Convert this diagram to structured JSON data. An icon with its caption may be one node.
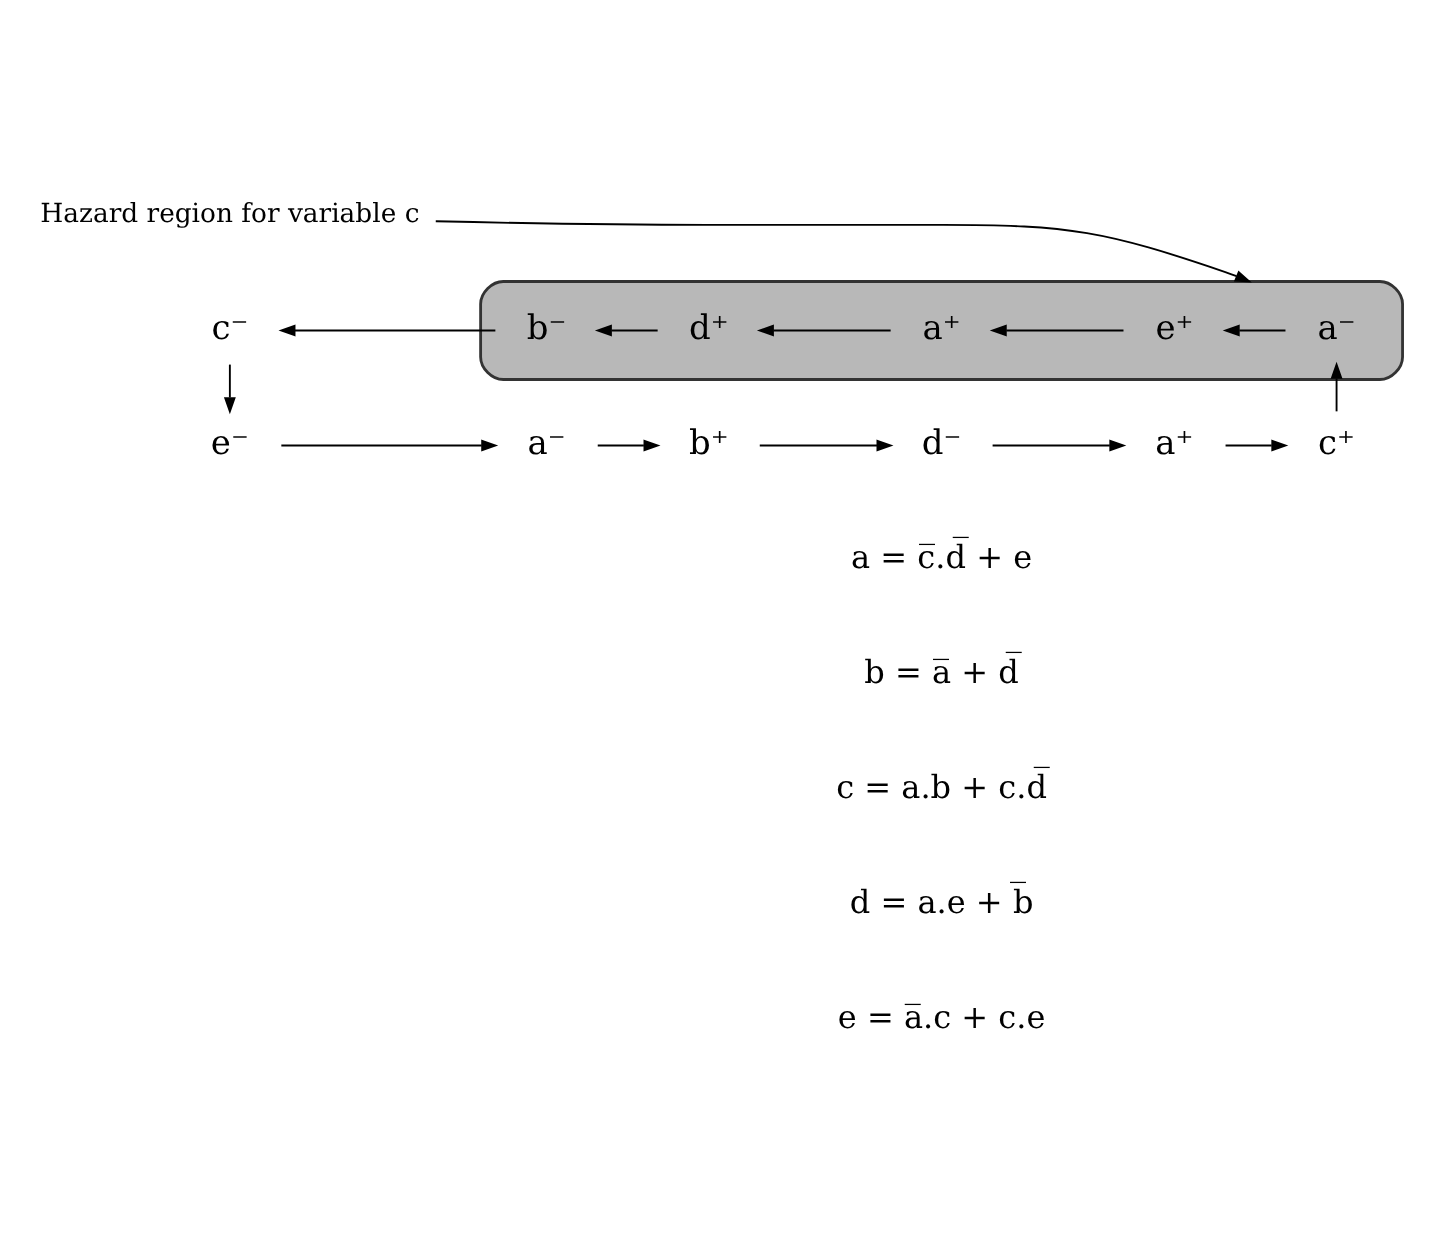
{
  "diagram": {
    "nodes": [
      {
        "text": [
          "Hazard region for variable c"
        ]
      },
      {
        "text": [
          "c⁻"
        ]
      },
      {
        "text": [],
        "shape": "box"
      },
      {
        "text": [
          "b⁻"
        ],
        "in": 2
      },
      {
        "text": [
          "d⁺"
        ],
        "in": 2
      },
      {
        "text": [
          "a⁺"
        ],
        "in": 2
      },
      {
        "text": [
          "e⁺"
        ],
        "in": 2
      },
      {
        "text": [
          "a⁻"
        ],
        "in": 2
      },
      {
        "text": [
          "e⁻"
        ]
      },
      {
        "text": [
          "a⁻"
        ]
      },
      {
        "text": [
          "b⁺"
        ]
      },
      {
        "text": [
          "d⁻"
        ]
      },
      {
        "text": [
          "a⁺"
        ]
      },
      {
        "text": [
          "c⁺"
        ]
      }
    ],
    "edges": [
      {
        "from": 0,
        "to": 2,
        "arrow": "to"
      },
      {
        "from": 7,
        "to": 6,
        "arrow": "to"
      },
      {
        "from": 6,
        "to": 5,
        "arrow": "to"
      },
      {
        "from": 5,
        "to": 4,
        "arrow": "to"
      },
      {
        "from": 4,
        "to": 3,
        "arrow": "to"
      },
      {
        "from": 3,
        "to": 1,
        "arrow": "to"
      },
      {
        "from": 1,
        "to": 8,
        "arrow": "to"
      },
      {
        "from": 8,
        "to": 9,
        "arrow": "to"
      },
      {
        "from": 9,
        "to": 10,
        "arrow": "to"
      },
      {
        "from": 10,
        "to": 11,
        "arrow": "to"
      },
      {
        "from": 11,
        "to": 12,
        "arrow": "to"
      },
      {
        "from": 12,
        "to": 13,
        "arrow": "to"
      },
      {
        "from": 13,
        "to": 7,
        "arrow": "to"
      }
    ],
    "labels": [
      "a = c̅.d̅ + e",
      "b = a̅ + d̅",
      "c = a.b + c.d̅",
      "d = a.e + b̅",
      "e = a̅.c + c.e"
    ]
  }
}
